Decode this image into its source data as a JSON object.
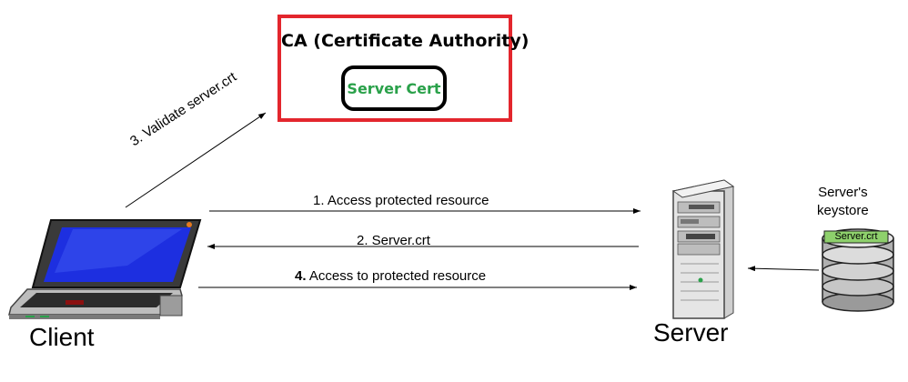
{
  "ca": {
    "title": "CA (Certificate Authority)",
    "cert_label": "Server Cert"
  },
  "steps": {
    "validate": "3. Validate server.crt",
    "access": "1.  Access protected resource",
    "server_crt": "2. Server.crt",
    "access_granted_num": "4.",
    "access_granted": " Access to protected resource"
  },
  "nodes": {
    "client": "Client",
    "server": "Server",
    "keystore": "Server's\nkeystore",
    "keystore_label": "Server.crt"
  },
  "colors": {
    "ca_border": "#e3262d",
    "cert_text": "#2aa14a",
    "screen": "#1d2fe0"
  }
}
